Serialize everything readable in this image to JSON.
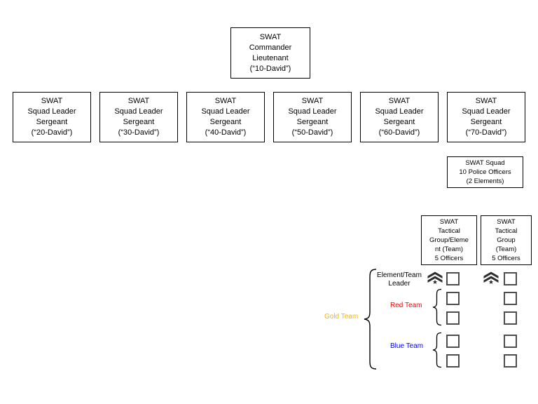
{
  "chart": {
    "commander": {
      "lines": [
        "SWAT",
        "Commander",
        "Lieutenant",
        "(“10-David”)"
      ]
    },
    "squad_leaders": [
      {
        "lines": [
          "SWAT",
          "Squad Leader",
          "Sergeant",
          "(“20-David”)"
        ]
      },
      {
        "lines": [
          "SWAT",
          "Squad Leader",
          "Sergeant",
          "(“30-David”)"
        ]
      },
      {
        "lines": [
          "SWAT",
          "Squad Leader",
          "Sergeant",
          "(“40-David”)"
        ]
      },
      {
        "lines": [
          "SWAT",
          "Squad Leader",
          "Sergeant",
          "(“50-David”)"
        ]
      },
      {
        "lines": [
          "SWAT",
          "Squad Leader",
          "Sergeant",
          "(“60-David”)"
        ]
      },
      {
        "lines": [
          "SWAT",
          "Squad Leader",
          "Sergeant",
          "(“70-David”)"
        ]
      }
    ],
    "swat_squad": {
      "lines": [
        "SWAT Squad",
        "10 Police Officers",
        "(2 Elements)"
      ]
    },
    "tactical_groups": [
      {
        "lines": [
          "SWAT",
          "Tactical",
          "Group/Eleme",
          "nt (Team)",
          "5 Officers"
        ]
      },
      {
        "lines": [
          "SWAT",
          "Tactical",
          "Group",
          "(Team)",
          "5 Officers"
        ]
      }
    ],
    "teams": {
      "leader_line1": "Element/Team",
      "leader_line2": "Leader",
      "red": {
        "label": "Red Team",
        "color": "#FF0000"
      },
      "blue": {
        "label": "Blue Team",
        "color": "#0000FF"
      },
      "gold": {
        "label": "Gold Team",
        "color": "#FFB300"
      }
    },
    "icons": {
      "sergeant_chevrons": "sergeant-chevrons-icon"
    }
  }
}
